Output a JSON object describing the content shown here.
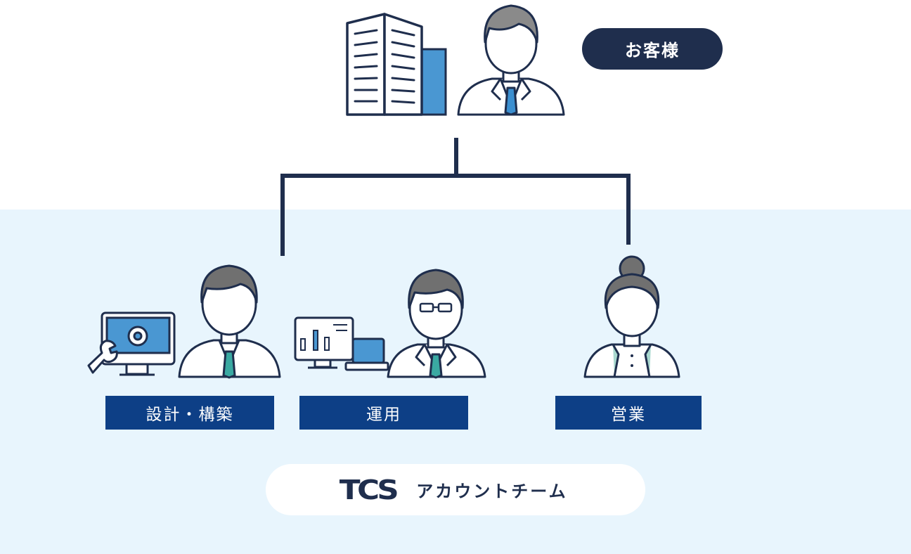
{
  "customer": {
    "label": "お客様",
    "icons": [
      "building-icon",
      "businessman-icon"
    ]
  },
  "roles": [
    {
      "label": "設計・構築",
      "icons": [
        "monitor-gear-icon",
        "wrench-icon",
        "engineer-icon"
      ]
    },
    {
      "label": "運用",
      "icons": [
        "monitor-chart-icon",
        "laptop-icon",
        "operator-glasses-icon"
      ]
    },
    {
      "label": "営業",
      "icons": [
        "saleswoman-icon"
      ]
    }
  ],
  "team": {
    "logo": "TCS",
    "name": "アカウントチーム"
  },
  "colors": {
    "navy": "#1f2e4d",
    "role_blue": "#0d3f86",
    "team_background": "#e8f5fd",
    "accent_blue": "#4a97d2",
    "accent_teal": "#3aa9a2"
  }
}
